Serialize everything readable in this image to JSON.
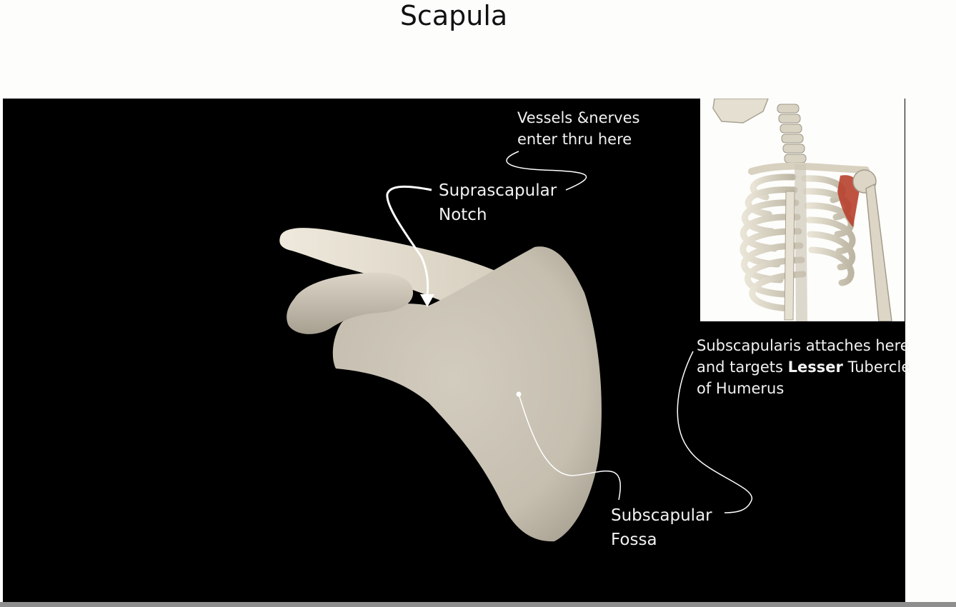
{
  "slide": {
    "title": "Scapula"
  },
  "labels": {
    "vessels_line1": "Vessels &nerves",
    "vessels_line2": "enter thru here",
    "notch_line1": "Suprascapular",
    "notch_line2": "Notch",
    "subscap_line1": "Subscapularis attaches here",
    "subscap_line2_pre": "and targets ",
    "subscap_line2_bold": "Lesser",
    "subscap_line2_post": " Tubercle",
    "subscap_line3": "of Humerus",
    "fossa_line1": "Subscapular",
    "fossa_line2": "Fossa"
  },
  "colors": {
    "background": "#000000",
    "bone": "#cbc4b6",
    "bone_highlight": "#ece6da",
    "muscle": "#b8402c",
    "annotation": "#ffffff"
  }
}
